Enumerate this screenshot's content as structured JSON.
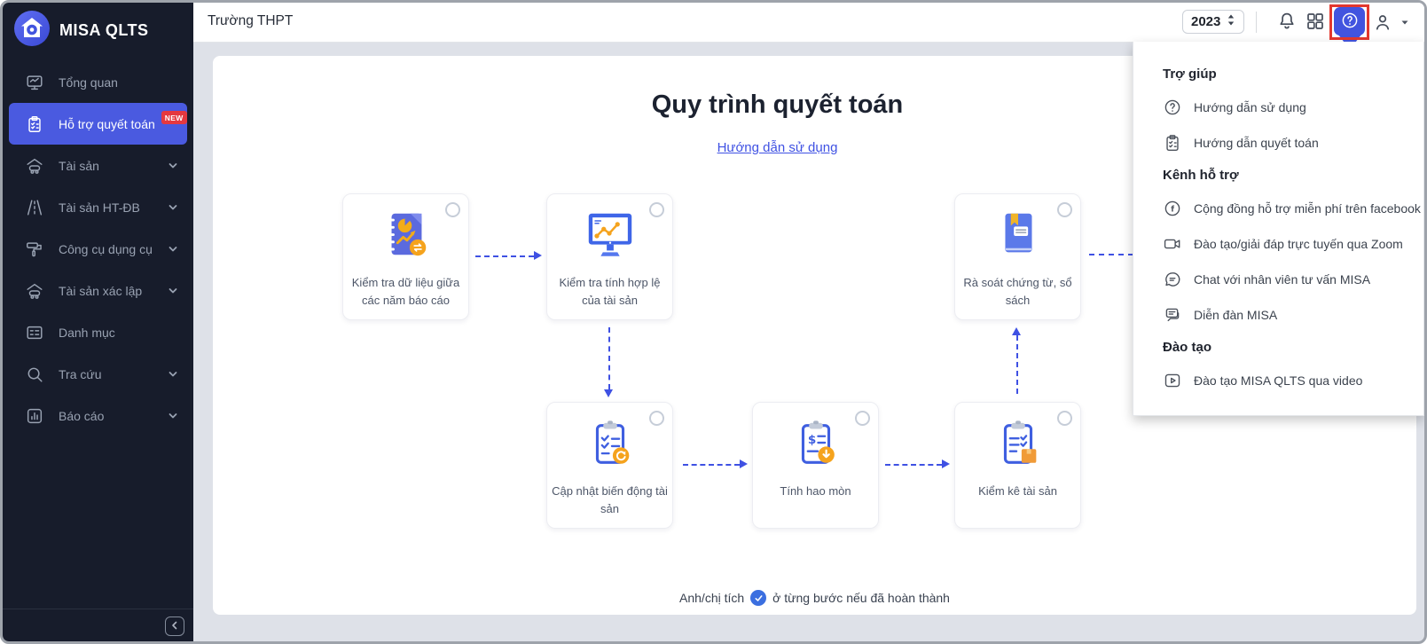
{
  "app": {
    "name": "MISA QLTS"
  },
  "topbar": {
    "title": "Trường THPT",
    "year": "2023"
  },
  "sidebar": {
    "items": [
      {
        "label": "Tổng quan",
        "icon": "dashboard-icon"
      },
      {
        "label": "Hỗ trợ quyết toán",
        "icon": "clipboard-icon",
        "badge": "NEW",
        "active": true
      },
      {
        "label": "Tài sản",
        "icon": "asset-icon",
        "expandable": true
      },
      {
        "label": "Tài sản HT-ĐB",
        "icon": "road-icon",
        "expandable": true
      },
      {
        "label": "Công cụ dụng cụ",
        "icon": "paint-roller-icon",
        "expandable": true
      },
      {
        "label": "Tài sản xác lập",
        "icon": "asset-establish-icon",
        "expandable": true
      },
      {
        "label": "Danh mục",
        "icon": "category-icon"
      },
      {
        "label": "Tra cứu",
        "icon": "search-icon",
        "expandable": true
      },
      {
        "label": "Báo cáo",
        "icon": "bar-chart-icon",
        "expandable": true
      }
    ]
  },
  "main": {
    "title": "Quy trình quyết toán",
    "guide_link": "Hướng dẫn sử dụng",
    "steps": [
      {
        "label": "Kiểm tra dữ liệu giữa các năm báo cáo",
        "icon": "report-book-icon"
      },
      {
        "label": "Kiểm tra tính hợp lệ của tài sản",
        "icon": "monitor-chart-icon"
      },
      {
        "label": "Rà soát chứng từ, sổ sách",
        "icon": "book-icon"
      },
      {
        "label": "Cập nhật biến động tài sản",
        "icon": "clipboard-refresh-icon"
      },
      {
        "label": "Tính hao mòn",
        "icon": "clipboard-money-icon"
      },
      {
        "label": "Kiểm kê tài sản",
        "icon": "clipboard-box-icon"
      }
    ],
    "note": {
      "prefix": "Anh/chị tích",
      "suffix": "ở từng bước nếu đã hoàn thành"
    }
  },
  "help_menu": {
    "sections": [
      {
        "header": "Trợ giúp",
        "items": [
          {
            "label": "Hướng dẫn sử dụng",
            "icon": "question-circle-icon"
          },
          {
            "label": "Hướng dẫn quyết toán",
            "icon": "clipboard-check-icon"
          }
        ]
      },
      {
        "header": "Kênh hỗ trợ",
        "items": [
          {
            "label": "Cộng đồng hỗ trợ miễn phí trên facebook",
            "icon": "facebook-icon"
          },
          {
            "label": "Đào tạo/giải đáp trực tuyến qua Zoom",
            "icon": "video-camera-icon"
          },
          {
            "label": "Chat với nhân viên tư vấn MISA",
            "icon": "chat-bubble-icon"
          },
          {
            "label": "Diễn đàn MISA",
            "icon": "forum-icon"
          }
        ]
      },
      {
        "header": "Đào tạo",
        "items": [
          {
            "label": "Đào tạo MISA QLTS qua video",
            "icon": "video-play-icon"
          }
        ]
      }
    ]
  },
  "glyphs": {
    "facebook": "f",
    "dollar": "$"
  },
  "colors": {
    "accent_blue": "#4254df",
    "active_item_blue": "#4a5ae0",
    "arrow_blue": "#3f51e3",
    "orange": "#f5a31d",
    "badge_red": "#e5383f",
    "annotation_red": "#e3382e",
    "sidebar_bg": "#171c2b",
    "content_bg": "#dee1e8",
    "link_blue": "#3f51e3",
    "note_check_blue": "#3b6fe0"
  }
}
